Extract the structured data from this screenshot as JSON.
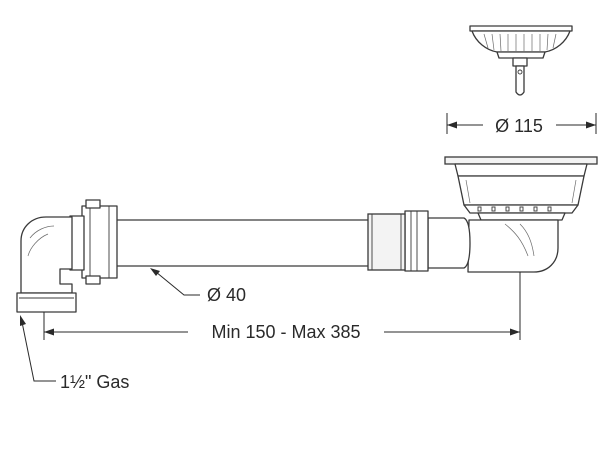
{
  "labels": {
    "diameter_basket": "Ø 115",
    "diameter_pipe": "Ø 40",
    "length_range": "Min 150 - Max 385",
    "thread": "1½\" Gas"
  }
}
